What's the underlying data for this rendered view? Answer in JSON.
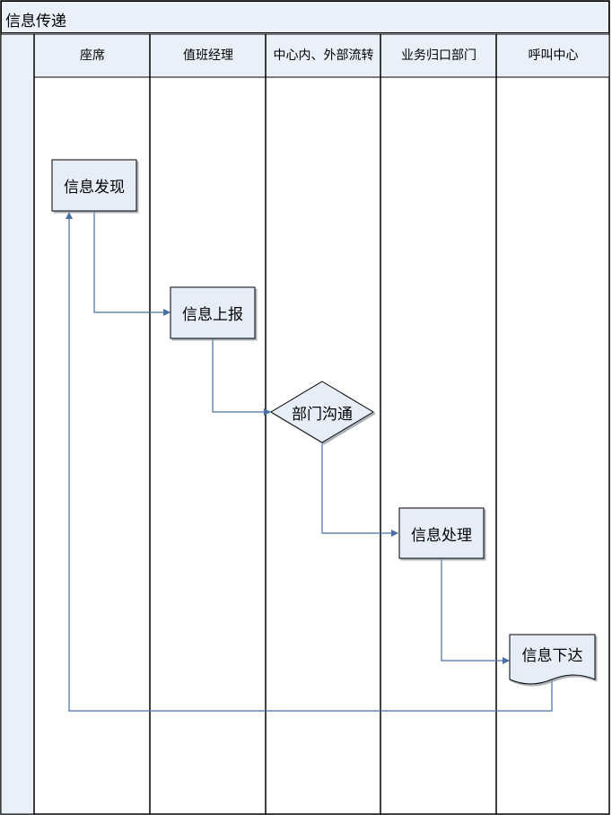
{
  "title": "信息传递",
  "lanes": [
    {
      "label": "座席"
    },
    {
      "label": "值班经理"
    },
    {
      "label": "中心内、外部流转"
    },
    {
      "label": "业务归口部门"
    },
    {
      "label": "呼叫中心"
    }
  ],
  "nodes": {
    "info_found": "信息发现",
    "info_report": "信息上报",
    "dept_comm": "部门沟通",
    "info_process": "信息处理",
    "info_issue": "信息下达"
  },
  "colors": {
    "shape_fill": "#e6edf7",
    "header_fill": "#eaf0f8",
    "connector": "#4a6fa5",
    "border": "#000000"
  }
}
